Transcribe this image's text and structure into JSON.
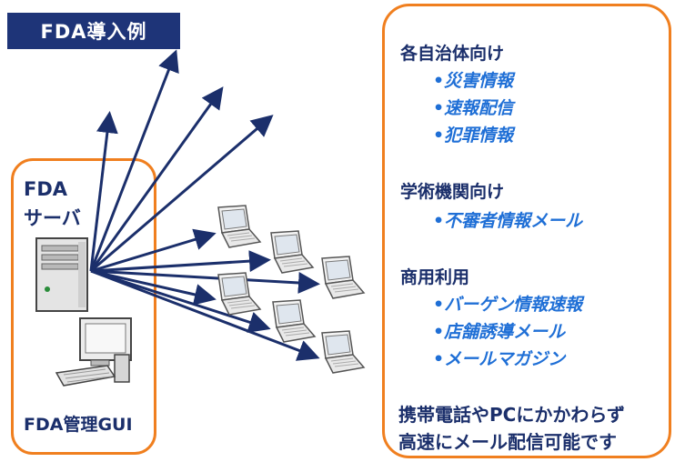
{
  "title": "FDA導入例",
  "server_label_line1": "FDA",
  "server_label_line2": "サーバ",
  "gui_label": "FDA管理GUI",
  "categories": [
    {
      "heading": "各自治体向け",
      "items": [
        "•災害情報",
        "•速報配信",
        "•犯罪情報"
      ]
    },
    {
      "heading": "学術機関向け",
      "items": [
        "•不審者情報メール"
      ]
    },
    {
      "heading": "商用利用",
      "items": [
        "•バーゲン情報速報",
        "•店舗誘導メール",
        "•メールマガジン"
      ]
    }
  ],
  "footer_line1": "携帯電話やPCにかかわらず",
  "footer_line2": "高速にメール配信可能です",
  "colors": {
    "title_bg": "#1e3478",
    "border": "#f07f1f",
    "arrow": "#1b2f6b",
    "item_text": "#1f6fd6"
  },
  "icons": [
    "server-icon",
    "desktop-computer-icon",
    "laptop-icon"
  ]
}
